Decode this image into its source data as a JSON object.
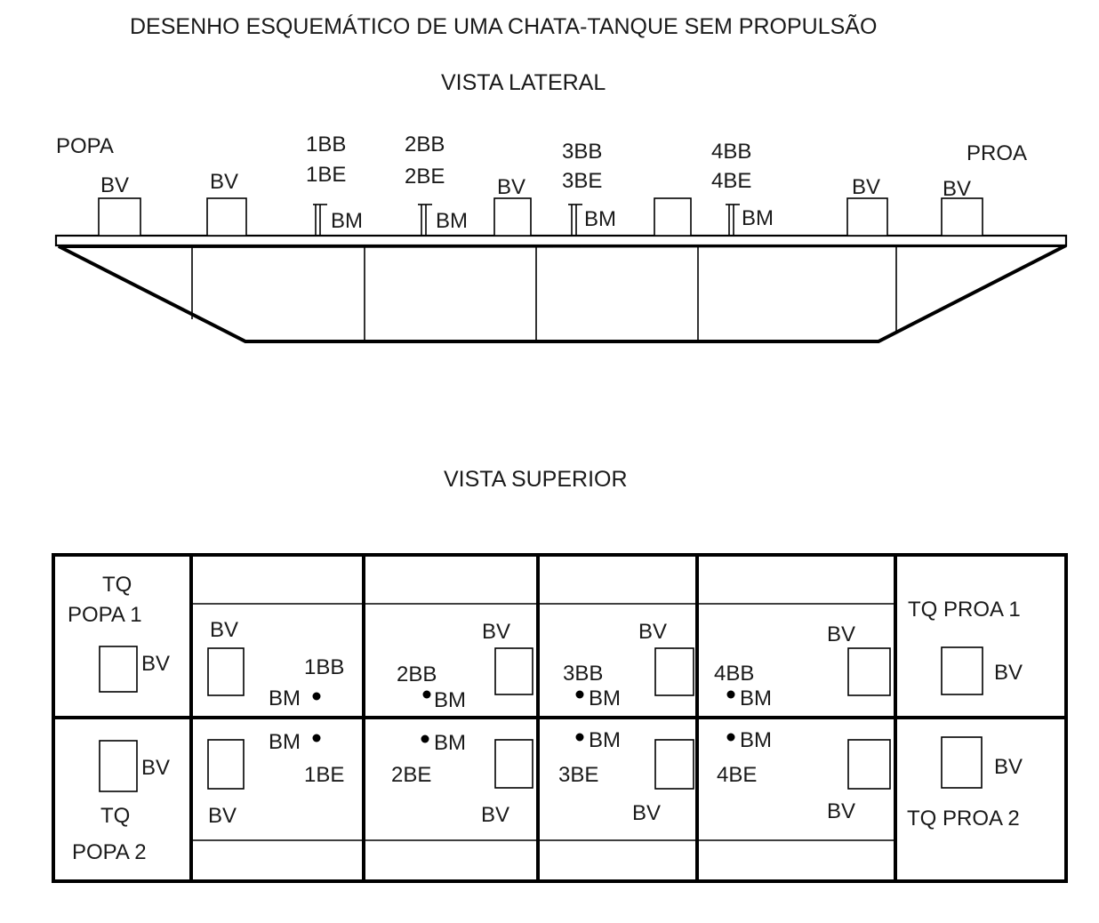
{
  "title": "DESENHO ESQUEMÁTICO DE UMA CHATA-TANQUE SEM  PROPULSÃO",
  "side_view": {
    "heading": "VISTA LATERAL",
    "stern_label": "POPA",
    "bow_label": "PROA",
    "vent_labels": [
      "BV",
      "BV",
      "BV",
      "BV",
      "BV"
    ],
    "manhole_labels": [
      "BM",
      "BM",
      "BM",
      "BM"
    ],
    "tank_pairs": [
      {
        "bb": "1BB",
        "be": "1BE"
      },
      {
        "bb": "2BB",
        "be": "2BE"
      },
      {
        "bb": "3BB",
        "be": "3BE"
      },
      {
        "bb": "4BB",
        "be": "4BE"
      }
    ]
  },
  "top_view": {
    "heading": "VISTA SUPERIOR",
    "aft_tanks": {
      "top_line1": "TQ",
      "top_line2": "POPA 1",
      "bottom_line1": "TQ",
      "bottom_line2": "POPA 2"
    },
    "fwd_tanks": {
      "top": "TQ PROA 1",
      "bottom": "TQ PROA 2"
    },
    "vent_label": "BV",
    "manhole_label": "BM",
    "tank_labels_top": [
      "1BB",
      "2BB",
      "3BB",
      "4BB"
    ],
    "tank_labels_bottom": [
      "1BE",
      "2BE",
      "3BE",
      "4BE"
    ]
  }
}
